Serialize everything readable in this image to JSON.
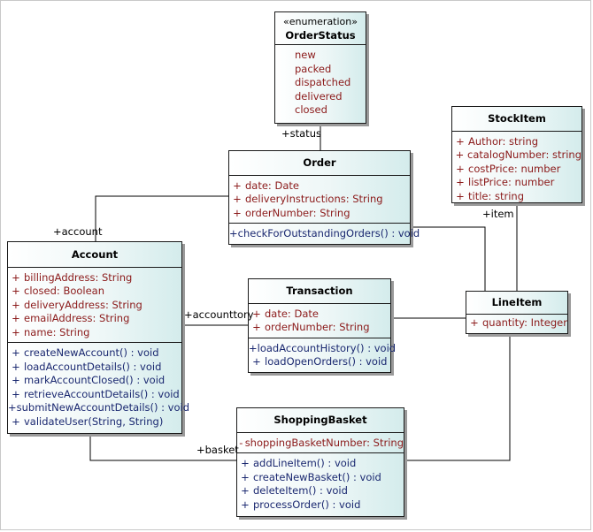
{
  "classes": {
    "order_status": {
      "stereotype": "«enumeration»",
      "name": "OrderStatus",
      "literals": [
        "new",
        "packed",
        "dispatched",
        "delivered",
        "closed"
      ]
    },
    "stock_item": {
      "name": "StockItem",
      "attributes": [
        {
          "vis": "+",
          "text": "Author:  string"
        },
        {
          "vis": "+",
          "text": "catalogNumber:  string"
        },
        {
          "vis": "+",
          "text": "costPrice:  number"
        },
        {
          "vis": "+",
          "text": "listPrice:  number"
        },
        {
          "vis": "+",
          "text": "title:  string"
        }
      ]
    },
    "order": {
      "name": "Order",
      "attributes": [
        {
          "vis": "+",
          "text": "date:  Date"
        },
        {
          "vis": "+",
          "text": "deliveryInstructions:  String"
        },
        {
          "vis": "+",
          "text": "orderNumber:  String"
        }
      ],
      "operations": [
        {
          "vis": "+",
          "text": "checkForOutstandingOrders() : void"
        }
      ]
    },
    "account": {
      "name": "Account",
      "attributes": [
        {
          "vis": "+",
          "text": "billingAddress:  String"
        },
        {
          "vis": "+",
          "text": "closed:  Boolean"
        },
        {
          "vis": "+",
          "text": "deliveryAddress:  String"
        },
        {
          "vis": "+",
          "text": "emailAddress:  String"
        },
        {
          "vis": "+",
          "text": "name:  String"
        }
      ],
      "operations": [
        {
          "vis": "+",
          "text": "createNewAccount() : void"
        },
        {
          "vis": "+",
          "text": "loadAccountDetails() : void"
        },
        {
          "vis": "+",
          "text": "markAccountClosed() : void"
        },
        {
          "vis": "+",
          "text": "retrieveAccountDetails() : void"
        },
        {
          "vis": "+",
          "text": "submitNewAccountDetails() : void"
        },
        {
          "vis": "+",
          "text": "validateUser(String, String)"
        }
      ]
    },
    "transaction": {
      "name": "Transaction",
      "attributes": [
        {
          "vis": "+",
          "text": "date:  Date"
        },
        {
          "vis": "+",
          "text": "orderNumber:  String"
        }
      ],
      "operations": [
        {
          "vis": "+",
          "text": "loadAccountHistory() : void"
        },
        {
          "vis": "+",
          "text": "loadOpenOrders() : void"
        }
      ]
    },
    "line_item": {
      "name": "LineItem",
      "attributes": [
        {
          "vis": "+",
          "text": "quantity:  Integer"
        }
      ]
    },
    "shopping_basket": {
      "name": "ShoppingBasket",
      "attributes": [
        {
          "vis": "-",
          "text": "shoppingBasketNumber:  String"
        }
      ],
      "operations": [
        {
          "vis": "+",
          "text": "addLineItem() : void"
        },
        {
          "vis": "+",
          "text": "createNewBasket() : void"
        },
        {
          "vis": "+",
          "text": "deleteItem() : void"
        },
        {
          "vis": "+",
          "text": "processOrder() : void"
        }
      ]
    }
  },
  "roles": {
    "status": "+status",
    "item": "+item",
    "account": "+account",
    "accounttory": "+accounttory",
    "basket": "+basket"
  }
}
